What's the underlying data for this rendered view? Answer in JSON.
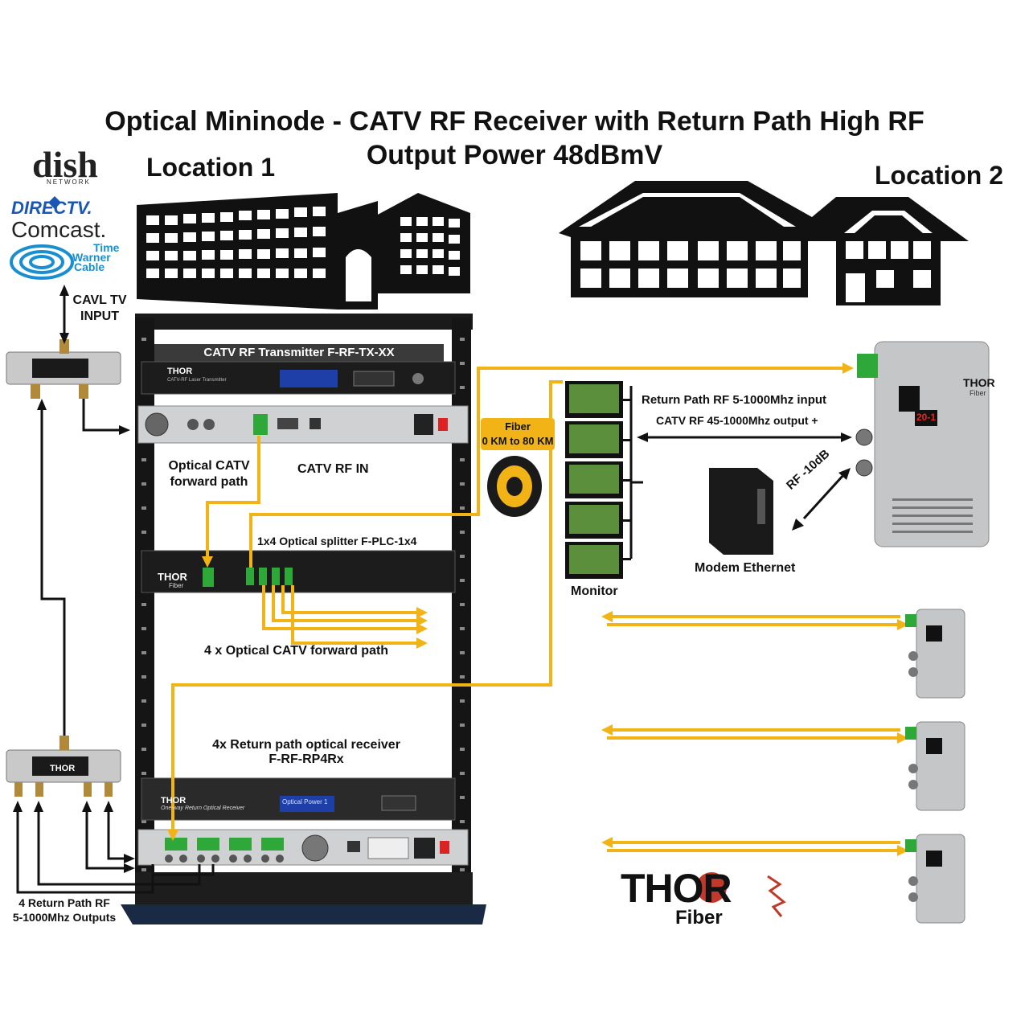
{
  "title": {
    "line1": "Optical Mininode - CATV RF Receiver with Return Path High RF",
    "line2": "Output Power 48dBmV"
  },
  "locations": {
    "loc1": "Location 1",
    "loc2": "Location 2"
  },
  "providers": {
    "dish": "dish",
    "dish_sub": "NETWORK",
    "directv": "DIRECTV.",
    "comcast": "Comcast.",
    "twc1": "Time",
    "twc2": "Warner",
    "twc3": "Cable"
  },
  "labels": {
    "cavl_input_1": "CAVL TV",
    "cavl_input_2": "INPUT",
    "transmitter": "CATV RF Transmitter F-RF-TX-XX",
    "optical_fwd_1": "Optical CATV",
    "optical_fwd_2": "forward path",
    "catv_rf_in": "CATV RF IN",
    "splitter": "1x4 Optical splitter  F-PLC-1x4",
    "four_fwd": "4 x Optical CATV forward path",
    "receiver_1": "4x Return path optical receiver",
    "receiver_2": "F-RF-RP4Rx",
    "return_outputs_1": "4 Return Path RF",
    "return_outputs_2": "5-1000Mhz Outputs",
    "fiber_1": "Fiber",
    "fiber_2": "0 KM to 80 KM",
    "monitor": "Monitor",
    "return_path_in": "Return Path RF 5-1000Mhz input",
    "catv_out": "CATV RF 45-1000Mhz output +",
    "rf_10db": "RF -10dB",
    "modem": "Modem Ethernet"
  },
  "devices": {
    "tx_brand": "THOR",
    "tx_model": "CATV-RF Laser Transmitter",
    "rx_brand": "THOR",
    "rx_model": "One-way Return Optical Receiver",
    "rx_screen": "Optical Power 1",
    "splitter_brand": "THOR",
    "splitter_sub": "Fiber",
    "splitter_small_brand": "THOR",
    "node_brand": "THOR",
    "node_sub": "Fiber",
    "node_display": "20-1"
  },
  "logo": {
    "brand": "THOR",
    "sub": "Fiber"
  },
  "colors": {
    "fiber": "#f2b316",
    "ink": "#111111",
    "green_connector": "#2fa83a",
    "screen": "#1e3ea8"
  }
}
